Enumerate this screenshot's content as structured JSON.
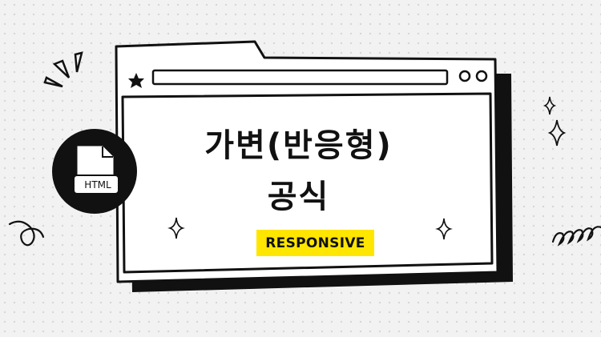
{
  "title": {
    "line1": "가변(반응형)",
    "line2": "공식"
  },
  "badge": {
    "label": "RESPONSIVE",
    "color": "#ffe600"
  },
  "file_icon": {
    "label": "HTML",
    "icon": "html-file-icon"
  },
  "colors": {
    "background": "#f2f2f2",
    "ink": "#111111",
    "window_fill": "#ffffff",
    "accent": "#ffe600"
  }
}
